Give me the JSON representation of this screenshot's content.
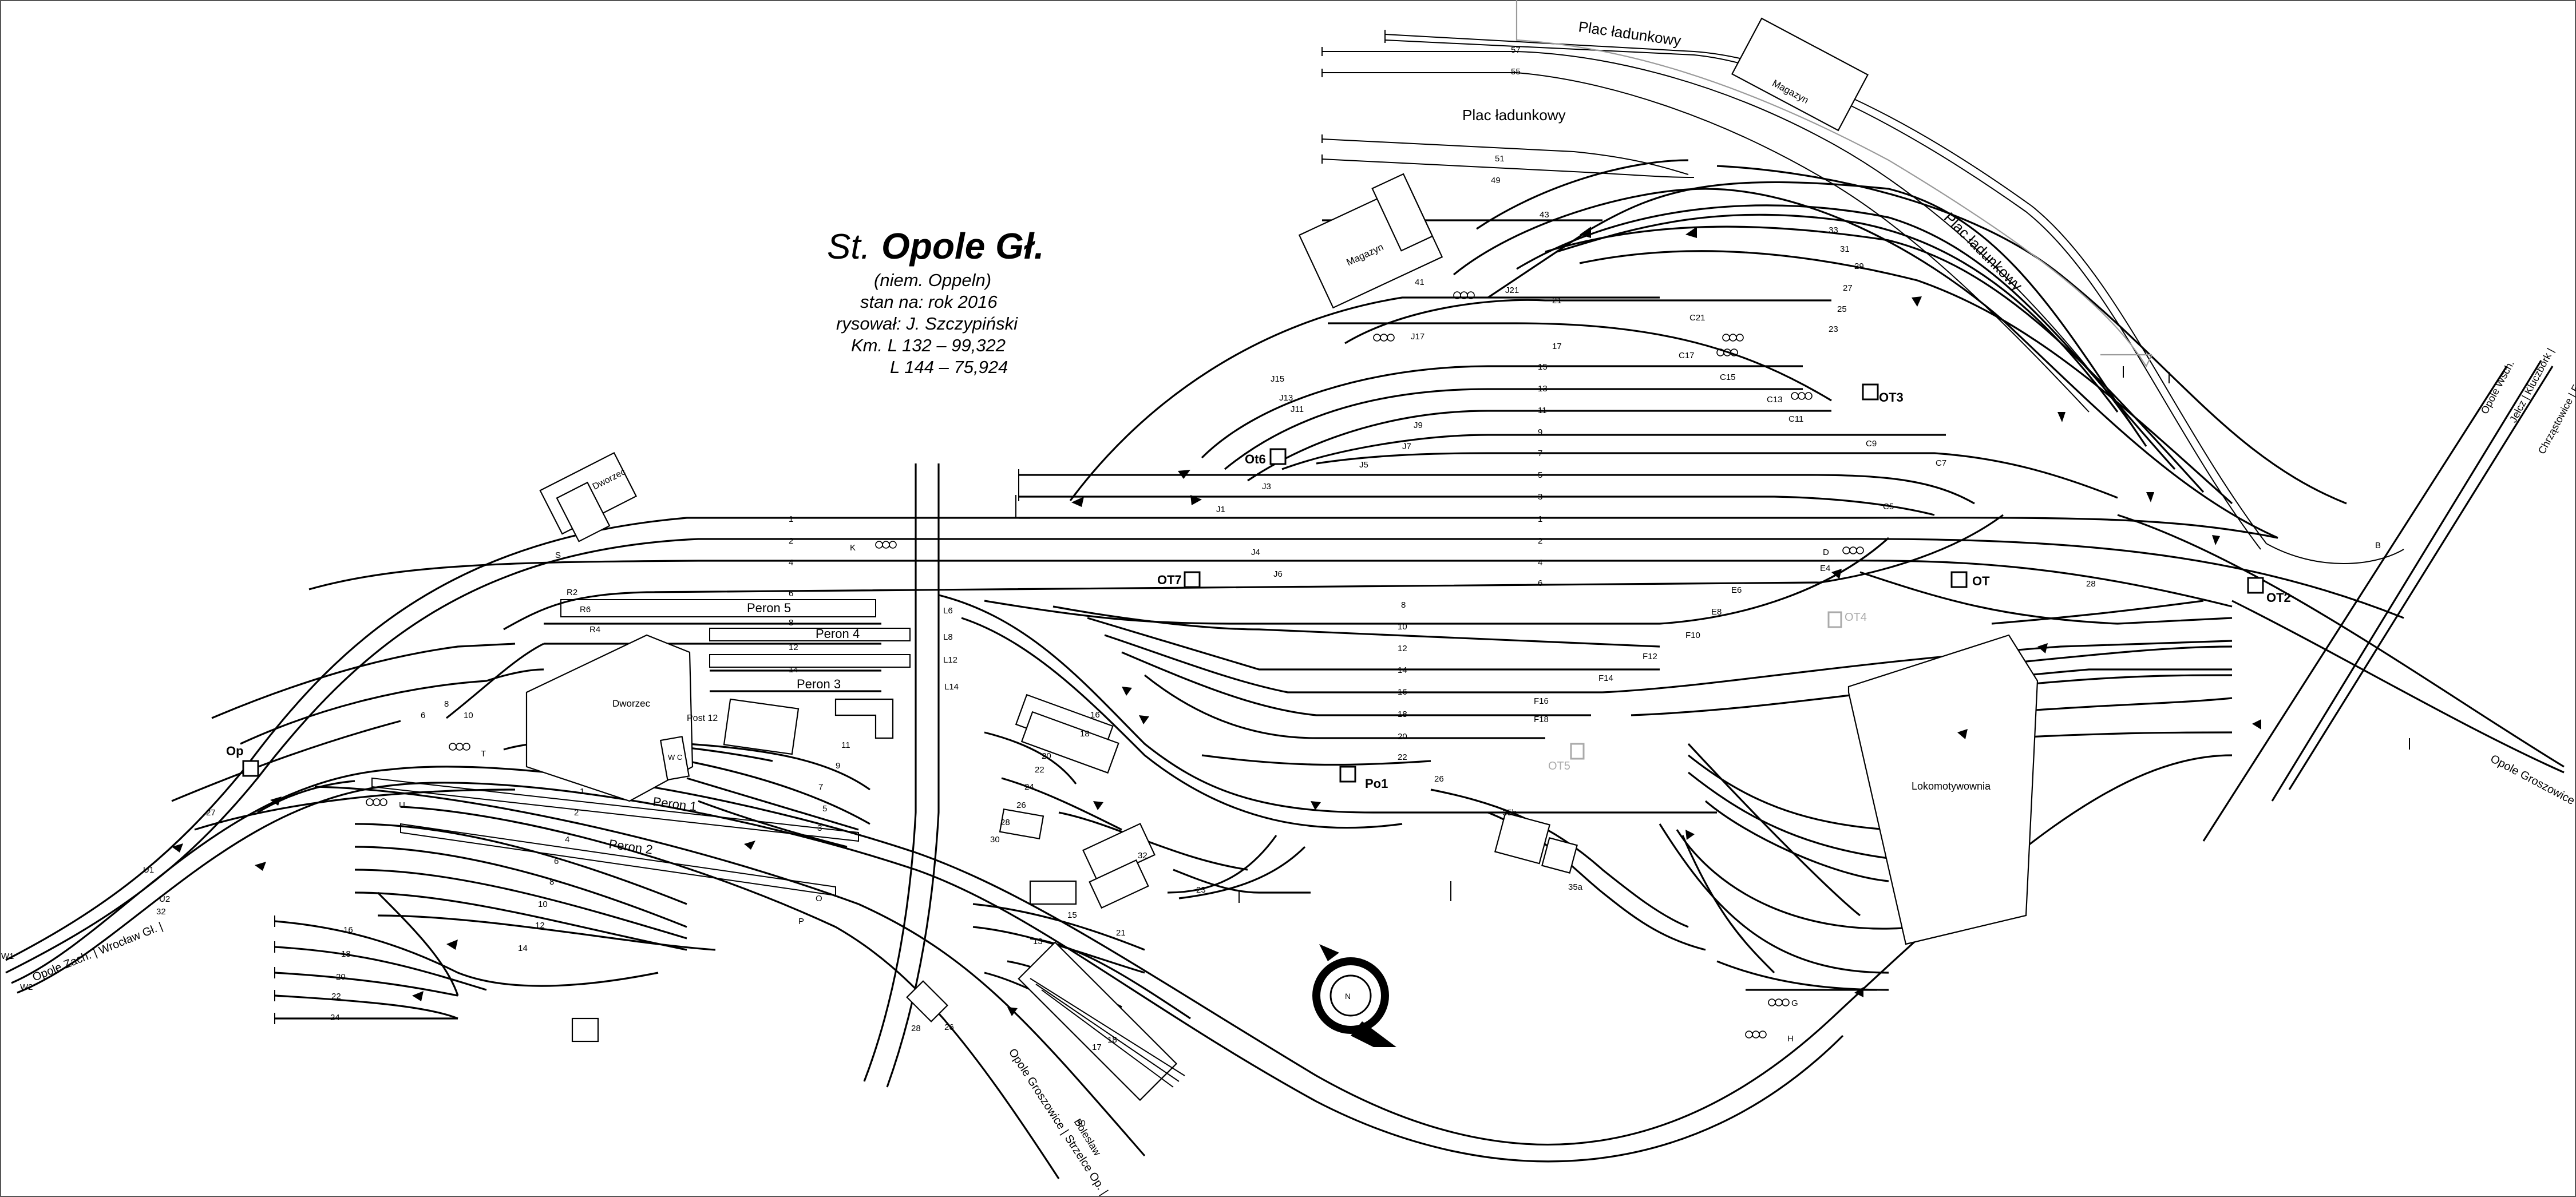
{
  "title": {
    "prefix": "St.",
    "name": "Opole Gł."
  },
  "info": [
    "(niem. Oppeln)",
    "stan na: rok 2016",
    "rysował: J. Szczypiński",
    "Km. L 132 – 99,322",
    "L 144 – 75,924"
  ],
  "areas": {
    "plac1": "Plac ładunkowy",
    "plac2": "Plac ładunkowy",
    "plac3": "Plac ładunkowy"
  },
  "buildings": {
    "magazyn1": "Magazyn",
    "magazyn2": "Magazyn",
    "dworzec1": "Dworzec",
    "dworzec2": "Dworzec",
    "lokomotywownia": "Lokomotywownia",
    "post": "Post 12",
    "wc": "W C"
  },
  "platforms": {
    "p1": "Peron 1",
    "p2": "Peron 2",
    "p3": "Peron 3",
    "p4": "Peron 4",
    "p5": "Peron 5"
  },
  "boxes": {
    "op": "Op",
    "ot": "OT",
    "ot2": "OT2",
    "ot3": "OT3",
    "ot4": "OT4",
    "ot5": "OT5",
    "ot6": "Ot6",
    "ot7": "OT7",
    "po1": "Po1"
  },
  "directions": {
    "zachod": "Opole Zach. | Wrocław Gł. |",
    "groszowice_bottom": "Opole Groszowice | Strzelce Op. |",
    "groszowice_right": "Opole Groszowice",
    "wschod": "Opole Wsch.",
    "jelcz": "Jełcz | Kluczbork |",
    "chrzastowice": "Chrząstowice | Fosowskie |",
    "bolesaw": "Bolesław"
  },
  "signals": {
    "c21": "C21",
    "c17": "C17",
    "c15": "C15",
    "c13": "C13",
    "c11": "C11",
    "c9": "C9",
    "c7": "C7",
    "c5": "C5",
    "d": "D",
    "e4": "E4",
    "e6": "E6",
    "e8": "E8",
    "f10": "F10",
    "f12": "F12",
    "f14": "F14",
    "f16": "F16",
    "f18": "F18",
    "j1": "J1",
    "j3": "J3",
    "j4": "J4",
    "j5": "J5",
    "j6": "J6",
    "j7": "J7",
    "j9": "J9",
    "j11": "J11",
    "j13": "J13",
    "j15": "J15",
    "j17": "J17",
    "j21": "J21",
    "k": "K",
    "l6": "L6",
    "l8": "L8",
    "l12": "L12",
    "l14": "L14",
    "r2": "R2",
    "r6": "R6",
    "r4": "R4",
    "t": "T",
    "u": "U",
    "u1": "U1",
    "u2": "U2",
    "w1": "W1",
    "w2": "W2",
    "g": "G",
    "h": "H",
    "b": "B",
    "o": "O",
    "p": "P",
    "s": "S"
  },
  "tracks": {
    "t1": "1",
    "t2": "2",
    "t3": "3",
    "t4": "4",
    "t5": "5",
    "t6": "6",
    "t7": "7",
    "t8": "8",
    "t9": "9",
    "t10": "10",
    "t11": "11",
    "t12": "12",
    "t13": "13",
    "t14": "14",
    "t15": "15",
    "t16": "16",
    "t17": "17",
    "t18": "18",
    "t20": "20",
    "t21": "21",
    "t22": "22",
    "t23": "23",
    "t24": "24",
    "t25": "25",
    "t26": "26",
    "t27": "27",
    "t28": "28",
    "t29": "29",
    "t30": "30",
    "t31": "31",
    "t32": "32",
    "t33": "33",
    "t41": "41",
    "t43": "43",
    "t49": "49",
    "t51": "51",
    "t55": "55",
    "t57": "57",
    "t35b": "35b",
    "t35a": "35a",
    "t32b": "32",
    "t3b": "3"
  }
}
